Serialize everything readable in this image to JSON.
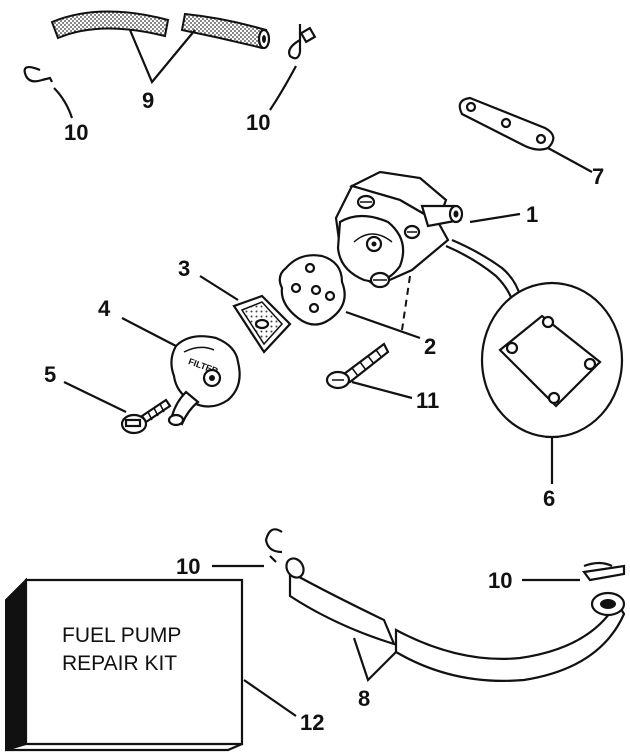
{
  "callouts": {
    "c1": "1",
    "c2": "2",
    "c3": "3",
    "c4": "4",
    "c5": "5",
    "c6": "6",
    "c7": "7",
    "c8": "8",
    "c9": "9",
    "c10a": "10",
    "c10b": "10",
    "c10c": "10",
    "c10d": "10",
    "c11": "11",
    "c12": "12"
  },
  "kit": {
    "line1": "FUEL PUMP",
    "line2": "REPAIR KIT"
  },
  "filter_cover_text": "FILTER",
  "colors": {
    "ink": "#111111",
    "paper": "#ffffff",
    "hatch": "#555555"
  }
}
